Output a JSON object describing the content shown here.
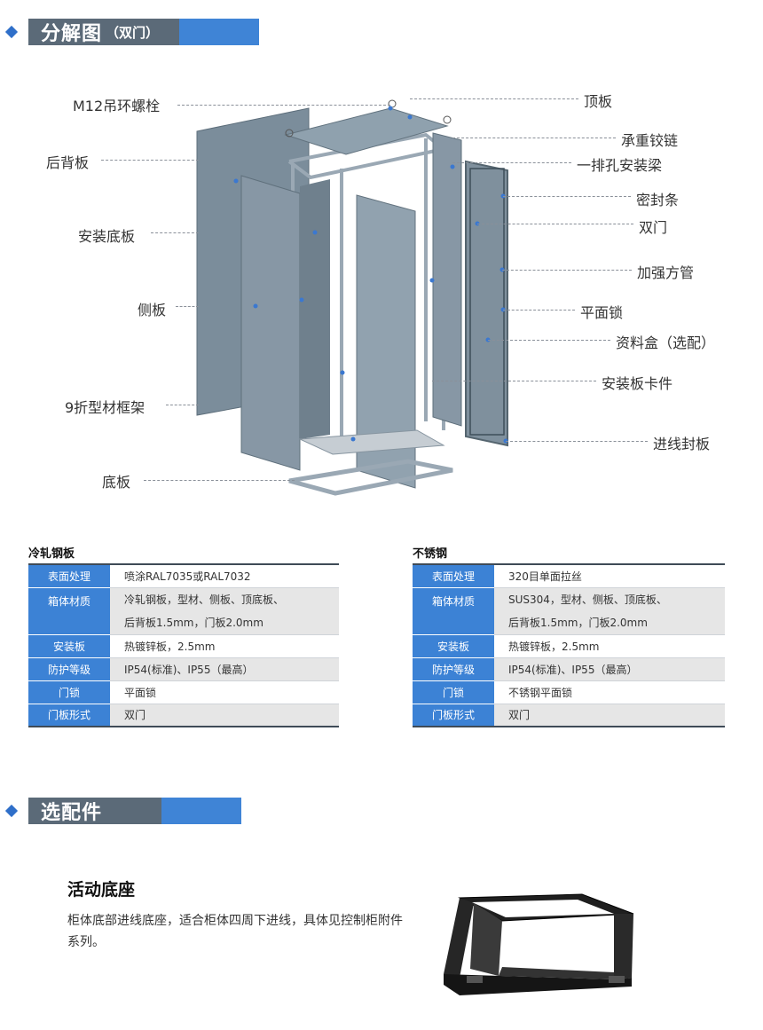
{
  "section1": {
    "title": "分解图",
    "subtitle": "（双门）"
  },
  "callouts_left": [
    "M12吊环螺栓",
    "后背板",
    "安装底板",
    "侧板",
    "9折型材框架",
    "底板"
  ],
  "callouts_right": [
    "顶板",
    "承重铰链",
    "一排孔安装梁",
    "密封条",
    "双门",
    "加强方管",
    "平面锁",
    "资料盒（选配）",
    "安装板卡件",
    "进线封板"
  ],
  "spec_cold": {
    "title": "冷轧钢板",
    "rows": [
      {
        "k": "表面处理",
        "v": "喷涂RAL7035或RAL7032"
      },
      {
        "k": "箱体材质",
        "v": "冷轧钢板，型材、侧板、顶底板、",
        "v2": "后背板1.5mm，门板2.0mm"
      },
      {
        "k": "安装板",
        "v": "热镀锌板，2.5mm"
      },
      {
        "k": "防护等级",
        "v": "IP54(标准)、IP55（最高）"
      },
      {
        "k": "门锁",
        "v": "平面锁"
      },
      {
        "k": "门板形式",
        "v": "双门"
      }
    ]
  },
  "spec_steel": {
    "title": "不锈钢",
    "rows": [
      {
        "k": "表面处理",
        "v": "320目单面拉丝"
      },
      {
        "k": "箱体材质",
        "v": "SUS304，型材、侧板、顶底板、",
        "v2": "后背板1.5mm，门板2.0mm"
      },
      {
        "k": "安装板",
        "v": "热镀锌板，2.5mm"
      },
      {
        "k": "防护等级",
        "v": "IP54(标准)、IP55（最高）"
      },
      {
        "k": "门锁",
        "v": "不锈钢平面锁"
      },
      {
        "k": "门板形式",
        "v": "双门"
      }
    ]
  },
  "section2": {
    "title": "选配件"
  },
  "accessory": {
    "title": "活动底座",
    "desc": "柜体底部进线底座，适合柜体四周下进线，具体见控制柜附件系列。"
  },
  "colors": {
    "accent_blue": "#3c82d5",
    "header_gray": "#5b6a78",
    "panel": "#7f919f"
  }
}
